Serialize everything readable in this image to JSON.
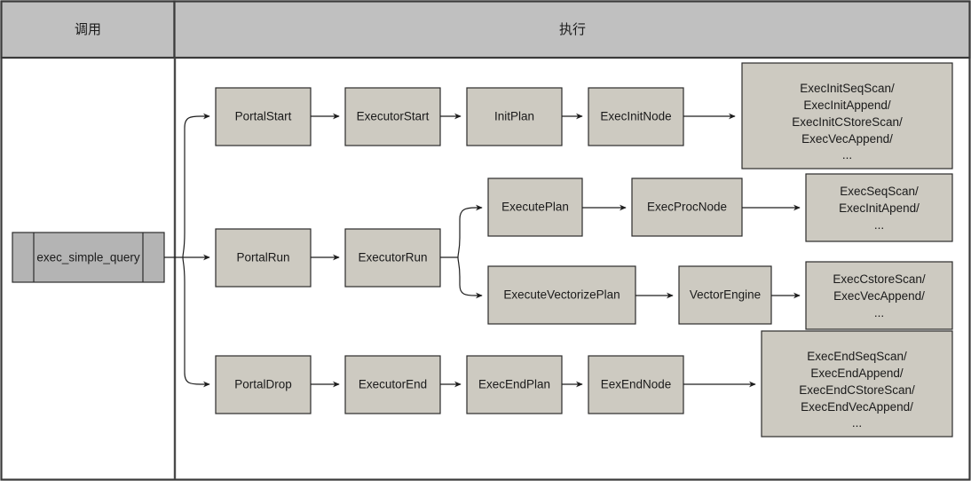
{
  "diagram": {
    "title_columns": [
      {
        "label": "调用"
      },
      {
        "label": "执行"
      }
    ],
    "colors": {
      "box_fill": "#cdcac1",
      "box_fill_alt": "#b4b4b4",
      "header_fill": "#c0c0c0",
      "border": "#2b2b2b",
      "frame": "#3a3a3a",
      "connector": "#1d1d1d",
      "background": "#ffffff"
    },
    "entry": {
      "label": "exec_simple_query"
    },
    "rows": [
      {
        "name": "start-row",
        "nodes": [
          {
            "label": "PortalStart"
          },
          {
            "label": "ExecutorStart"
          },
          {
            "label": "InitPlan"
          },
          {
            "label": "ExecInitNode"
          }
        ],
        "terminal": {
          "lines": [
            "ExecInitSeqScan/",
            "ExecInitAppend/",
            "ExecInitCStoreScan/",
            "ExecVecAppend/",
            "..."
          ]
        }
      },
      {
        "name": "run-row",
        "nodes": [
          {
            "label": "PortalRun"
          },
          {
            "label": "ExecutorRun"
          }
        ],
        "branches": [
          {
            "name": "row-branch",
            "nodes": [
              {
                "label": "ExecutePlan"
              },
              {
                "label": "ExecProcNode"
              }
            ],
            "terminal": {
              "lines": [
                "ExecSeqScan/",
                "ExecInitApend/",
                "..."
              ]
            }
          },
          {
            "name": "vector-branch",
            "nodes": [
              {
                "label": "ExecuteVectorizePlan"
              },
              {
                "label": "VectorEngine"
              }
            ],
            "terminal": {
              "lines": [
                "ExecCstoreScan/",
                "ExecVecAppend/",
                "..."
              ]
            }
          }
        ]
      },
      {
        "name": "end-row",
        "nodes": [
          {
            "label": "PortalDrop"
          },
          {
            "label": "ExecutorEnd"
          },
          {
            "label": "ExecEndPlan"
          },
          {
            "label": "EexEndNode"
          }
        ],
        "terminal": {
          "lines": [
            "ExecEndSeqScan/",
            "ExecEndAppend/",
            "ExecEndCStoreScan/",
            "ExecEndVecAppend/",
            "..."
          ]
        }
      }
    ]
  }
}
